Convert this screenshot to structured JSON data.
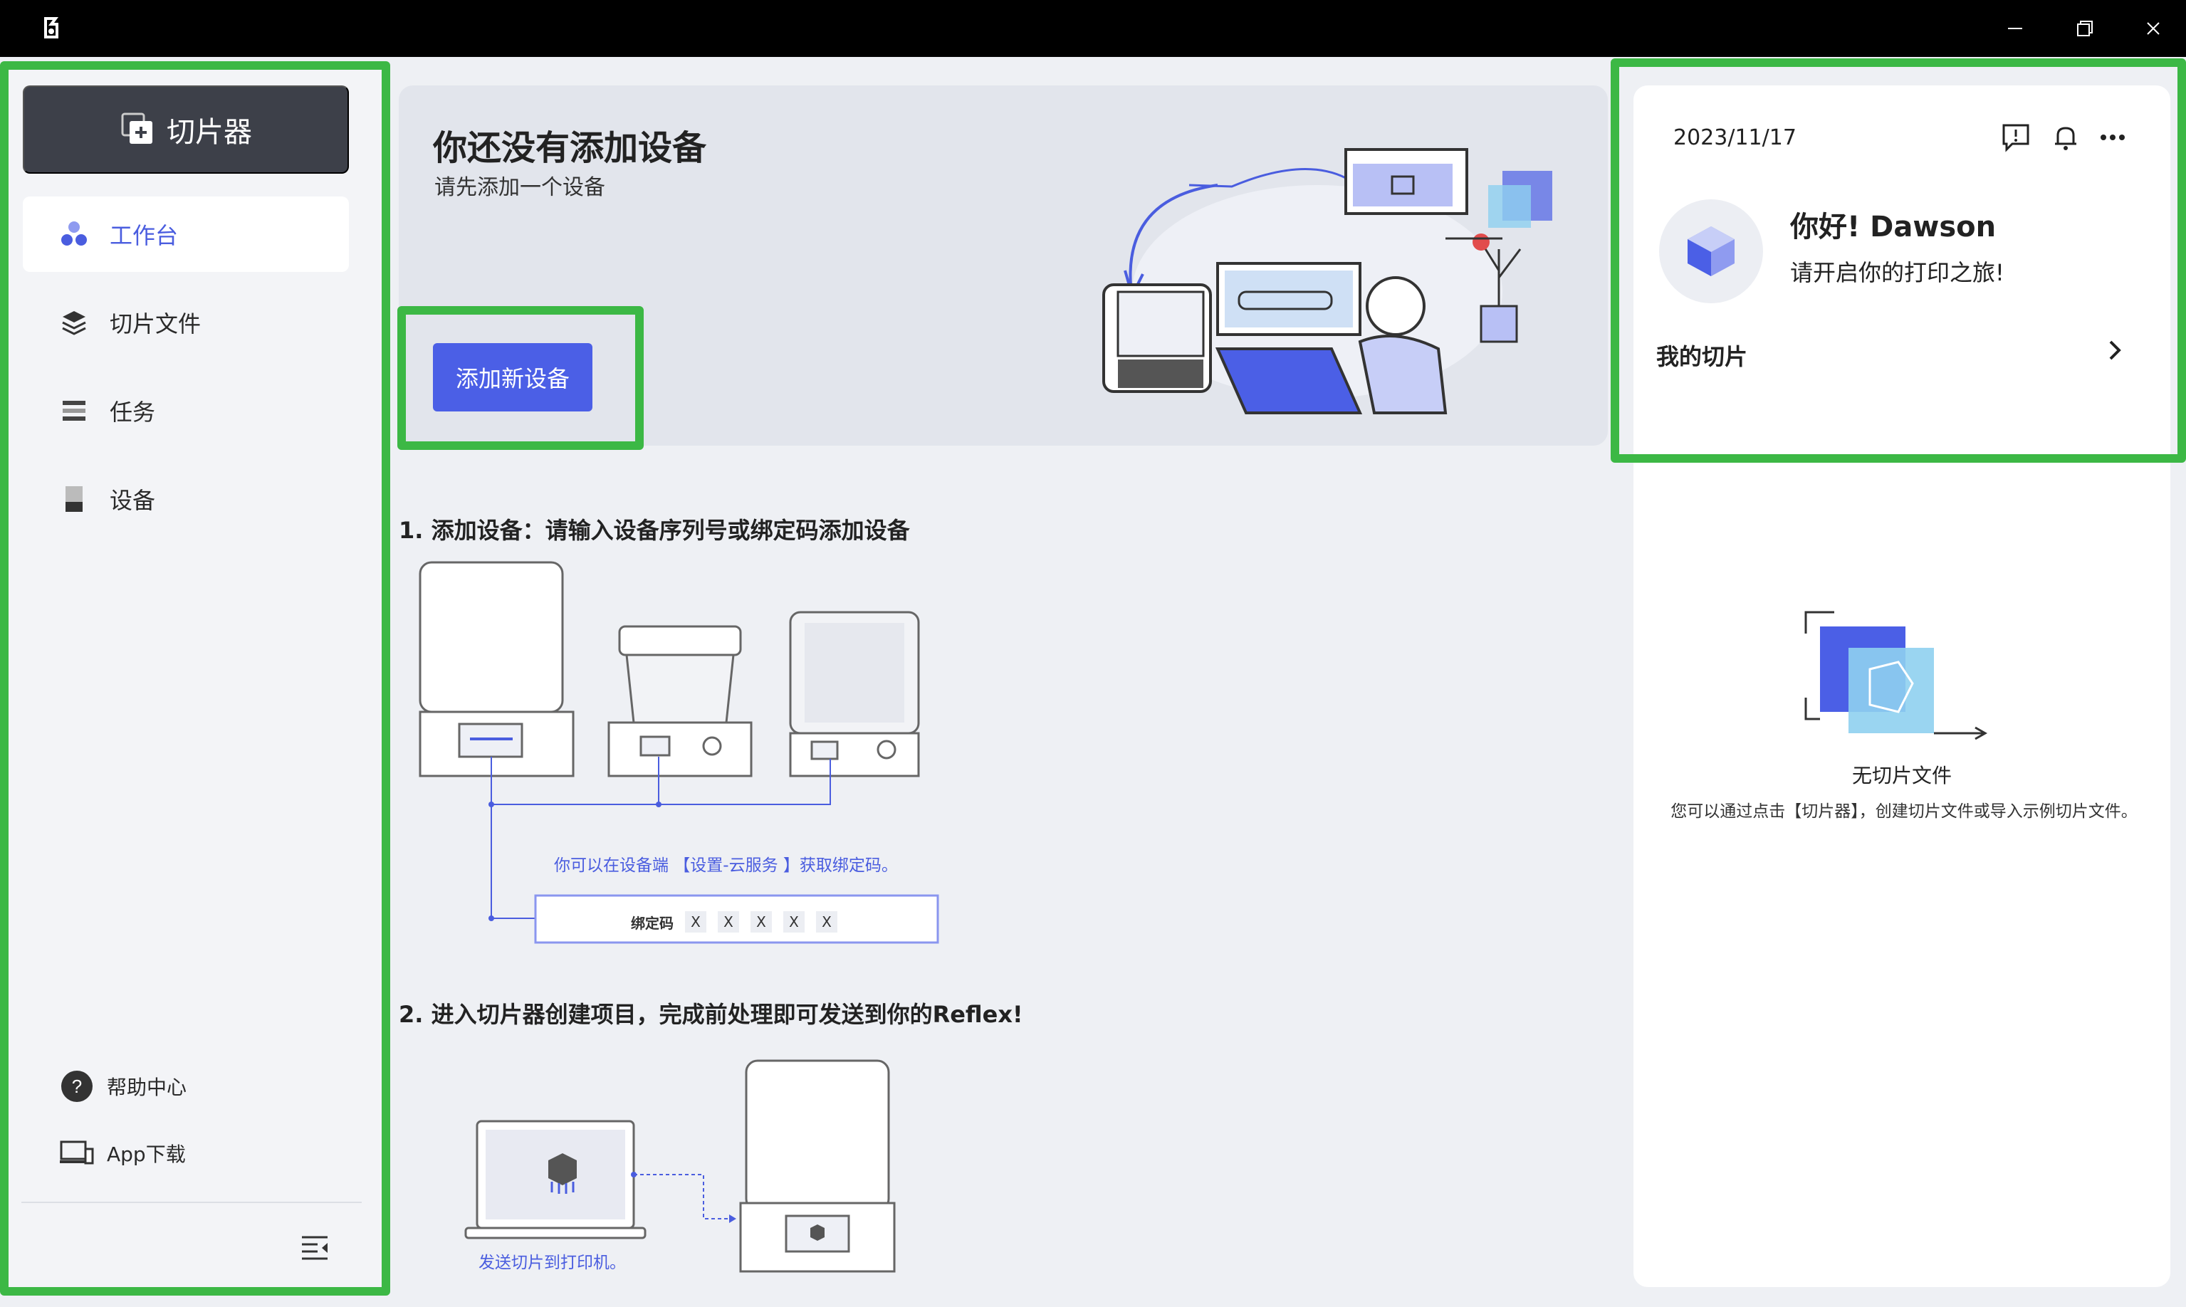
{
  "sidebar": {
    "slicer_label": "切片器",
    "items": [
      {
        "label": "工作台",
        "icon": "workbench-icon",
        "active": true
      },
      {
        "label": "切片文件",
        "icon": "layers-icon",
        "active": false
      },
      {
        "label": "任务",
        "icon": "task-list-icon",
        "active": false
      },
      {
        "label": "设备",
        "icon": "device-icon",
        "active": false
      }
    ],
    "help_label": "帮助中心",
    "app_download_label": "App下载"
  },
  "banner": {
    "title": "你还没有添加设备",
    "subtitle": "请先添加一个设备",
    "add_button": "添加新设备"
  },
  "steps": {
    "step1": "1. 添加设备：请输入设备序列号或绑定码添加设备",
    "hint1": "你可以在设备端 【设置-云服务 】获取绑定码。",
    "bind_code_label": "绑定码",
    "bind_code_chars": [
      "X",
      "X",
      "X",
      "X",
      "X"
    ],
    "step2": "2. 进入切片器创建项目，完成前处理即可发送到你的Reflex!",
    "hint2": "发送切片到打印机。"
  },
  "right": {
    "date": "2023/11/17",
    "greeting": "你好! Dawson",
    "greeting_sub": "请开启你的打印之旅!",
    "my_slices": "我的切片",
    "empty_title": "无切片文件",
    "empty_desc": "您可以通过点击【切片器】，创建切片文件或导入示例切片文件。"
  },
  "colors": {
    "accent": "#4b5fe6",
    "highlight": "#3cb845",
    "titlebar": "#000000"
  }
}
